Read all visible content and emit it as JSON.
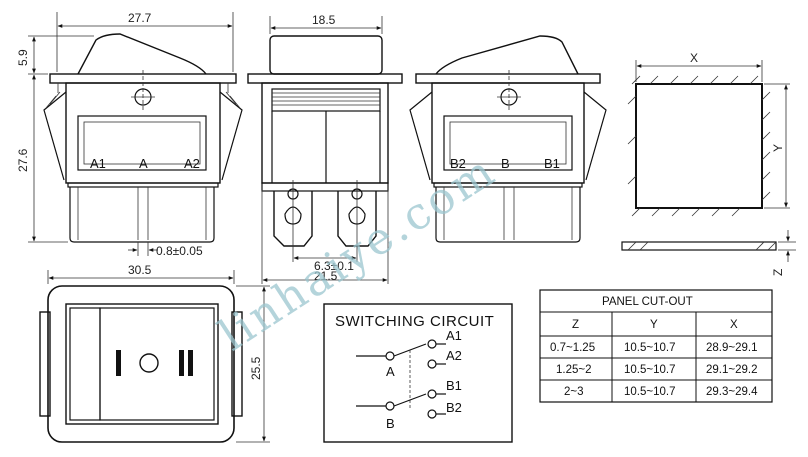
{
  "dimensions": {
    "front_width": "27.7",
    "top_height": "5.9",
    "body_height": "27.6",
    "pin_width": "0.8±0.05",
    "side_width": "18.5",
    "pin_pitch": "6.3±0.1",
    "side_depth": "21.5",
    "bottom_width": "30.5",
    "bottom_height": "25.5",
    "panel_x": "X",
    "panel_y": "Y",
    "panel_z": "Z"
  },
  "terminals_front": [
    "A1",
    "A",
    "A2"
  ],
  "terminals_back": [
    "B2",
    "B",
    "B1"
  ],
  "switch_marks": [
    "I",
    "II"
  ],
  "circuit": {
    "title": "SWITCHING CIRCUIT",
    "common_a": "A",
    "common_b": "B",
    "a1": "A1",
    "a2": "A2",
    "b1": "B1",
    "b2": "B2"
  },
  "panel_table": {
    "title": "PANEL CUT-OUT",
    "headers": [
      "Z",
      "Y",
      "X"
    ],
    "rows": [
      [
        "0.7~1.25",
        "10.5~10.7",
        "28.9~29.1"
      ],
      [
        "1.25~2",
        "10.5~10.7",
        "29.1~29.2"
      ],
      [
        "2~3",
        "10.5~10.7",
        "29.3~29.4"
      ]
    ]
  },
  "watermark": "linhaiye.com"
}
